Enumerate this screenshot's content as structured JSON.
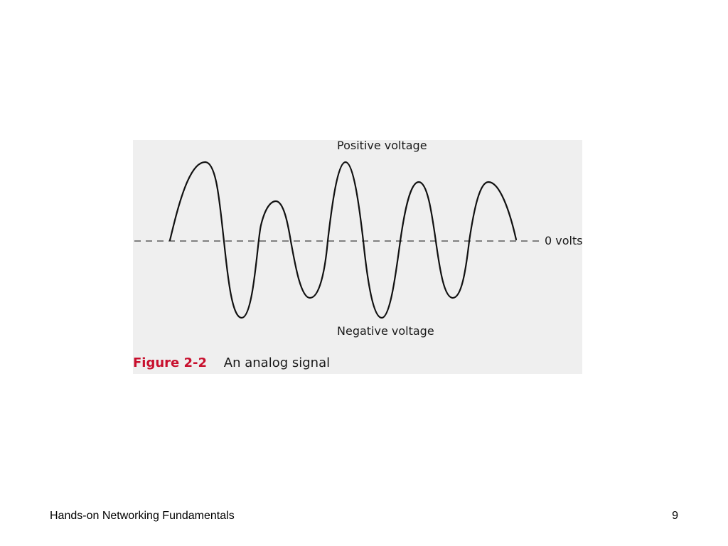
{
  "slide": {
    "footer_title": "Hands-on Networking Fundamentals",
    "page_number": "9"
  },
  "figure": {
    "caption_number": "Figure 2-2",
    "caption_text": "An analog signal",
    "labels": {
      "positive": "Positive voltage",
      "negative": "Negative voltage",
      "zero": "0 volts"
    },
    "colors": {
      "panel_background": "#efefef",
      "caption_number": "#c8102e",
      "wave": "#111111",
      "baseline": "#808080"
    }
  }
}
